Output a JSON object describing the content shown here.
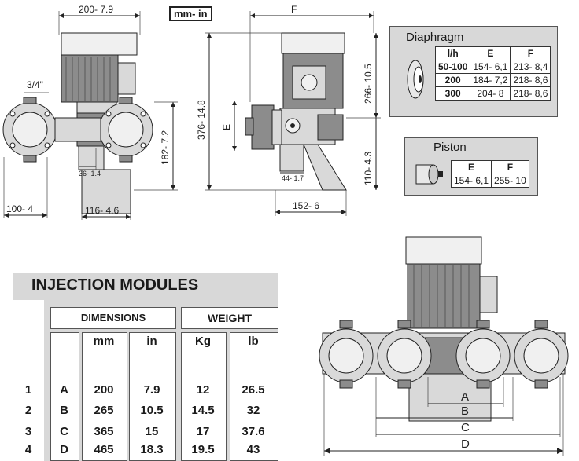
{
  "units_label": "mm- in",
  "top_dims": {
    "width_top": "200- 7.9",
    "pipe": "3/4\"",
    "height_side": "182- 7.2",
    "base_width": "100- 4",
    "foot_width": "116- 4.6",
    "inner_dim": "36- 1.4",
    "F": "F",
    "E": "E",
    "height_total": "376- 14.8",
    "height_upper": "266- 10.5",
    "height_lower": "110- 4.3",
    "small_dim": "44- 1.7",
    "base_depth": "152- 6"
  },
  "diaphragm": {
    "title": "Diaphragm",
    "headers": [
      "l/h",
      "E",
      "F"
    ],
    "rows": [
      [
        "50-100",
        "154- 6,1",
        "213- 8,4"
      ],
      [
        "200",
        "184- 7,2",
        "218- 8,6"
      ],
      [
        "300",
        "204- 8",
        "218- 8,6"
      ]
    ]
  },
  "piston": {
    "title": "Piston",
    "headers": [
      "E",
      "F"
    ],
    "row": [
      "154- 6,1",
      "255- 10"
    ]
  },
  "injection": {
    "title": "INJECTION MODULES",
    "dimensions_label": "DIMENSIONS",
    "weight_label": "WEIGHT",
    "col_mm": "mm",
    "col_in": "in",
    "col_kg": "Kg",
    "col_lb": "lb",
    "rows": [
      {
        "n": "1",
        "letter": "A",
        "mm": "200",
        "in": "7.9",
        "kg": "12",
        "lb": "26.5"
      },
      {
        "n": "2",
        "letter": "B",
        "mm": "265",
        "in": "10.5",
        "kg": "14.5",
        "lb": "32"
      },
      {
        "n": "3",
        "letter": "C",
        "mm": "365",
        "in": "15",
        "kg": "17",
        "lb": "37.6"
      },
      {
        "n": "4",
        "letter": "D",
        "mm": "465",
        "in": "18.3",
        "kg": "19.5",
        "lb": "43"
      }
    ]
  },
  "bottom_dims": {
    "A": "A",
    "B": "B",
    "C": "C",
    "D": "D"
  }
}
